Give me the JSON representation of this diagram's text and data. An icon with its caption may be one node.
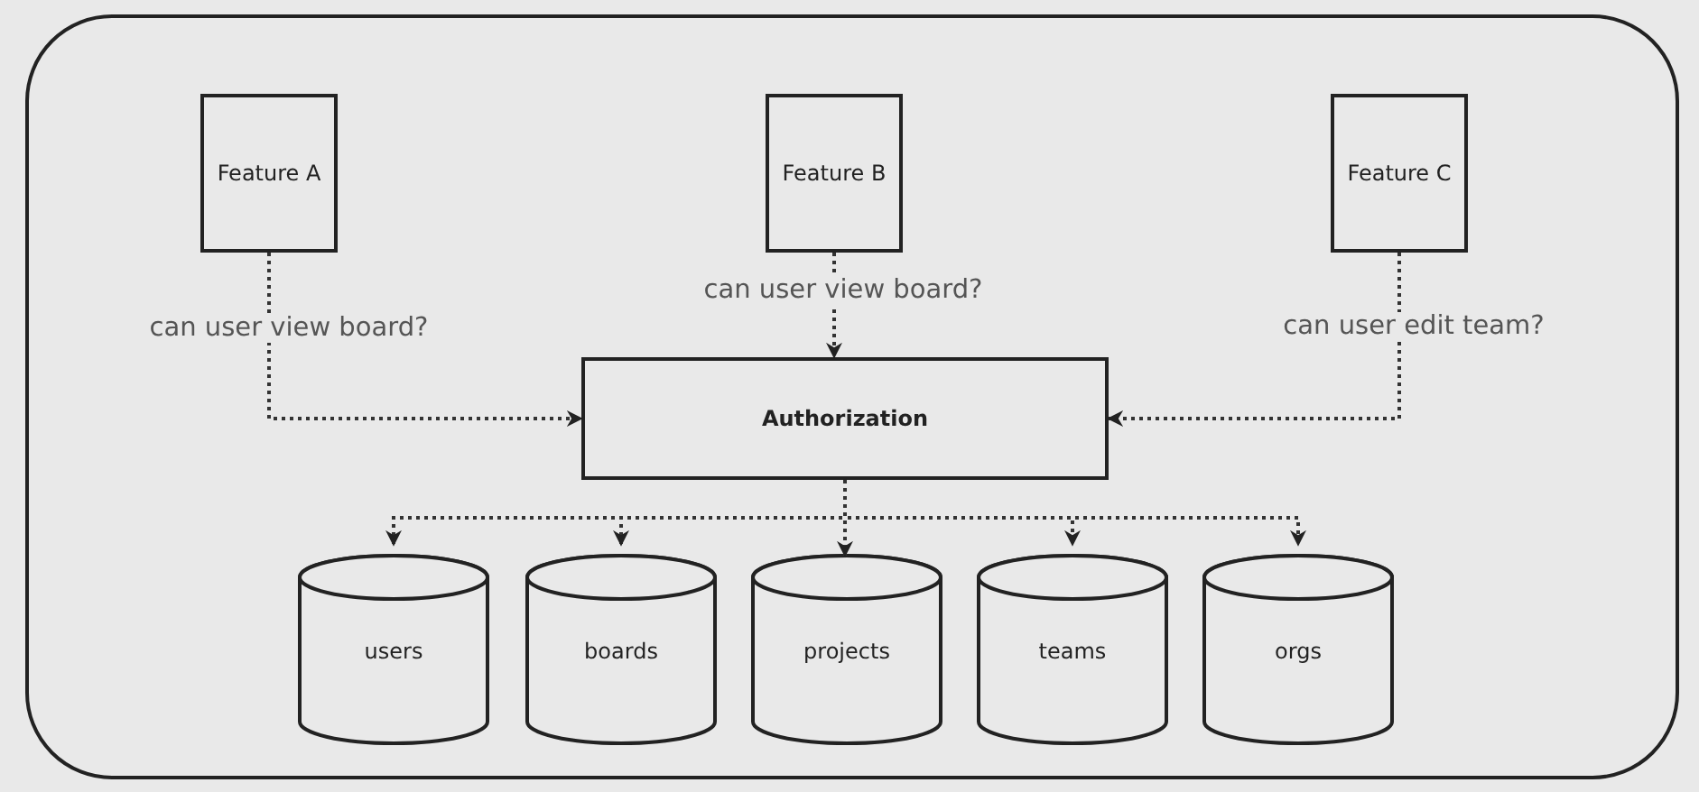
{
  "diagram": {
    "nodes": [
      {
        "text": [],
        "shape": "box"
      },
      {
        "text": [
          "Feature A"
        ],
        "in": 0
      },
      {
        "text": [
          "Feature B"
        ],
        "in": 0
      },
      {
        "text": [
          "Feature C"
        ],
        "in": 0
      },
      {
        "text": [
          "Authorization"
        ],
        "in": 0
      },
      {
        "text": [
          "users"
        ],
        "in": 0
      },
      {
        "text": [
          "boards"
        ],
        "in": 0
      },
      {
        "text": [
          "projects"
        ],
        "in": 0
      },
      {
        "text": [
          "teams"
        ],
        "in": 0
      },
      {
        "text": [
          "orgs"
        ],
        "in": 0
      }
    ],
    "edges": [
      {
        "from": 1,
        "to": 4,
        "arrow": "to",
        "label": "can user view board?"
      },
      {
        "from": 2,
        "to": 4,
        "arrow": "to",
        "label": "can user view board?"
      },
      {
        "from": 3,
        "to": 4,
        "arrow": "to",
        "label": "can user edit team?"
      },
      {
        "from": 4,
        "to": 5,
        "arrow": "to"
      },
      {
        "from": 4,
        "to": 6,
        "arrow": "to"
      },
      {
        "from": 4,
        "to": 7,
        "arrow": "to"
      },
      {
        "from": 4,
        "to": 8,
        "arrow": "to"
      },
      {
        "from": 4,
        "to": 9,
        "arrow": "to"
      }
    ]
  }
}
